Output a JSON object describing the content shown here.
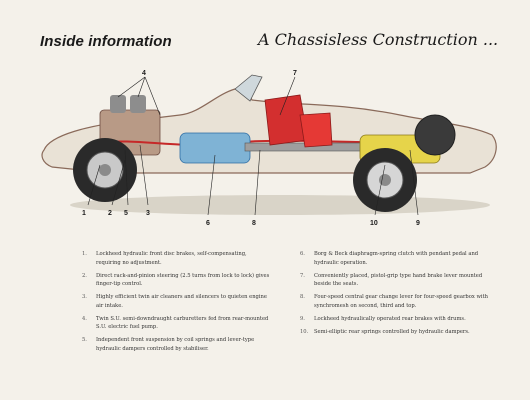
{
  "header": {
    "title": "Inside information",
    "subtitle": "A Chassisless Construction ..."
  },
  "callouts": {
    "c1": "1",
    "c2": "2",
    "c3": "3",
    "c4": "4",
    "c5": "5",
    "c6": "6",
    "c7": "7",
    "c8": "8",
    "c9": "9",
    "c10": "10"
  },
  "features_left": [
    {
      "num": "1.",
      "text": "Lockheed hydraulic front disc brakes, self-compensating, requiring no adjustment."
    },
    {
      "num": "2.",
      "text": "Direct rack-and-pinion steering (2.5 turns from lock to lock) gives finger-tip control."
    },
    {
      "num": "3.",
      "text": "Highly efficient twin air cleaners and silencers to quieten engine air intake."
    },
    {
      "num": "4.",
      "text": "Twin S.U. semi-downdraught carburetters fed from rear-mounted S.U. electric fuel pump."
    },
    {
      "num": "5.",
      "text": "Independent front suspension by coil springs and lever-type hydraulic dampers controlled by stabiliser."
    }
  ],
  "features_right": [
    {
      "num": "6.",
      "text": "Borg & Beck diaphragm-spring clutch with pendant pedal and hydraulic operation."
    },
    {
      "num": "7.",
      "text": "Conveniently placed, pistol-grip type hand brake lever mounted beside the seats."
    },
    {
      "num": "8.",
      "text": "Four-speed central gear change lever for four-speed gearbox with synchromesh on second, third and top."
    },
    {
      "num": "9.",
      "text": "Lockheed hydraulically operated rear brakes with drums."
    },
    {
      "num": "10.",
      "text": "Semi-elliptic rear springs controlled by hydraulic dampers."
    }
  ]
}
